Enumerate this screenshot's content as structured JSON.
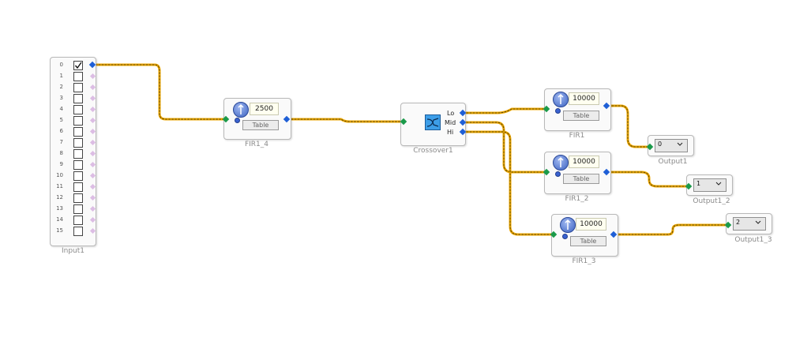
{
  "input_block": {
    "caption": "Input1",
    "rows": [
      {
        "num": "0",
        "checked": true
      },
      {
        "num": "1",
        "checked": false
      },
      {
        "num": "2",
        "checked": false
      },
      {
        "num": "3",
        "checked": false
      },
      {
        "num": "4",
        "checked": false
      },
      {
        "num": "5",
        "checked": false
      },
      {
        "num": "6",
        "checked": false
      },
      {
        "num": "7",
        "checked": false
      },
      {
        "num": "8",
        "checked": false
      },
      {
        "num": "9",
        "checked": false
      },
      {
        "num": "10",
        "checked": false
      },
      {
        "num": "11",
        "checked": false
      },
      {
        "num": "12",
        "checked": false
      },
      {
        "num": "13",
        "checked": false
      },
      {
        "num": "14",
        "checked": false
      },
      {
        "num": "15",
        "checked": false
      }
    ]
  },
  "fir1_4": {
    "caption": "FIR1_4",
    "value": "2500",
    "table_label": "Table"
  },
  "crossover": {
    "caption": "Crossover1",
    "outputs": [
      "Lo",
      "Mid",
      "Hi"
    ]
  },
  "fir1": {
    "caption": "FIR1",
    "value": "10000",
    "table_label": "Table"
  },
  "fir1_2": {
    "caption": "FIR1_2",
    "value": "10000",
    "table_label": "Table"
  },
  "fir1_3": {
    "caption": "FIR1_3",
    "value": "10000",
    "table_label": "Table"
  },
  "output1": {
    "caption": "Output1",
    "value": "0"
  },
  "output1_2": {
    "caption": "Output1_2",
    "value": "1"
  },
  "output1_3": {
    "caption": "Output1_3",
    "value": "2"
  },
  "colors": {
    "wire": "#f0a800",
    "wire_dash": "#5a4a00",
    "input_pin": "#1a9a4a",
    "output_pin": "#1f5fd6",
    "knob": "#3c63c2"
  }
}
